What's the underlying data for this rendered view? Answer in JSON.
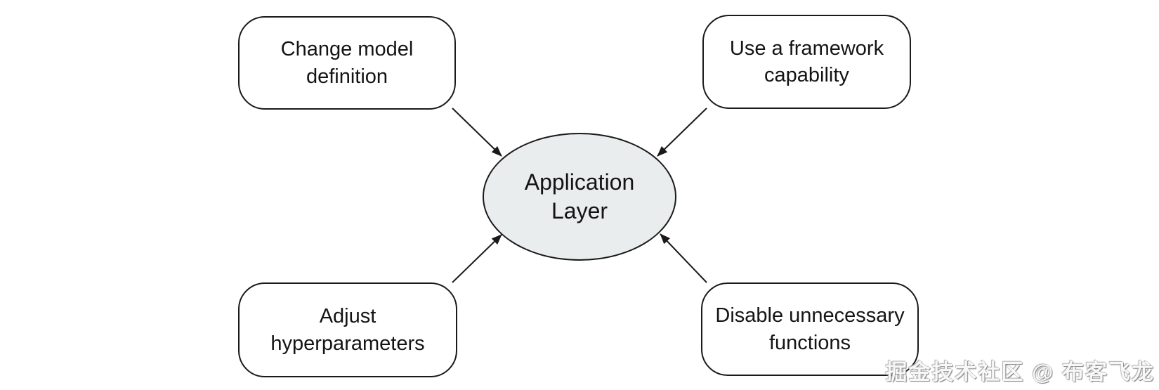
{
  "diagram": {
    "type": "radial-diagram",
    "center_node": {
      "label": "Application\nLayer",
      "fill_color": "#e9edee",
      "border_color": "#1a1a1a"
    },
    "nodes": [
      {
        "id": "top-left",
        "label": "Change model\ndefinition"
      },
      {
        "id": "top-right",
        "label": "Use a framework\ncapability"
      },
      {
        "id": "bottom-left",
        "label": "Adjust\nhyperparameters"
      },
      {
        "id": "bottom-right",
        "label": "Disable unnecessary\nfunctions"
      }
    ],
    "edges": [
      {
        "from": "top-left",
        "to": "center",
        "direction": "inward"
      },
      {
        "from": "top-right",
        "to": "center",
        "direction": "inward"
      },
      {
        "from": "bottom-left",
        "to": "center",
        "direction": "inward"
      },
      {
        "from": "bottom-right",
        "to": "center",
        "direction": "inward"
      }
    ],
    "colors": {
      "background": "#ffffff",
      "node_fill": "#ffffff",
      "node_border": "#1a1a1a",
      "center_fill": "#e9edee",
      "arrow": "#1a1a1a",
      "text": "#141414",
      "watermark_gray": "#8f8f8f"
    }
  },
  "watermark": {
    "text": "掘金技术社区 @ 布客飞龙"
  }
}
